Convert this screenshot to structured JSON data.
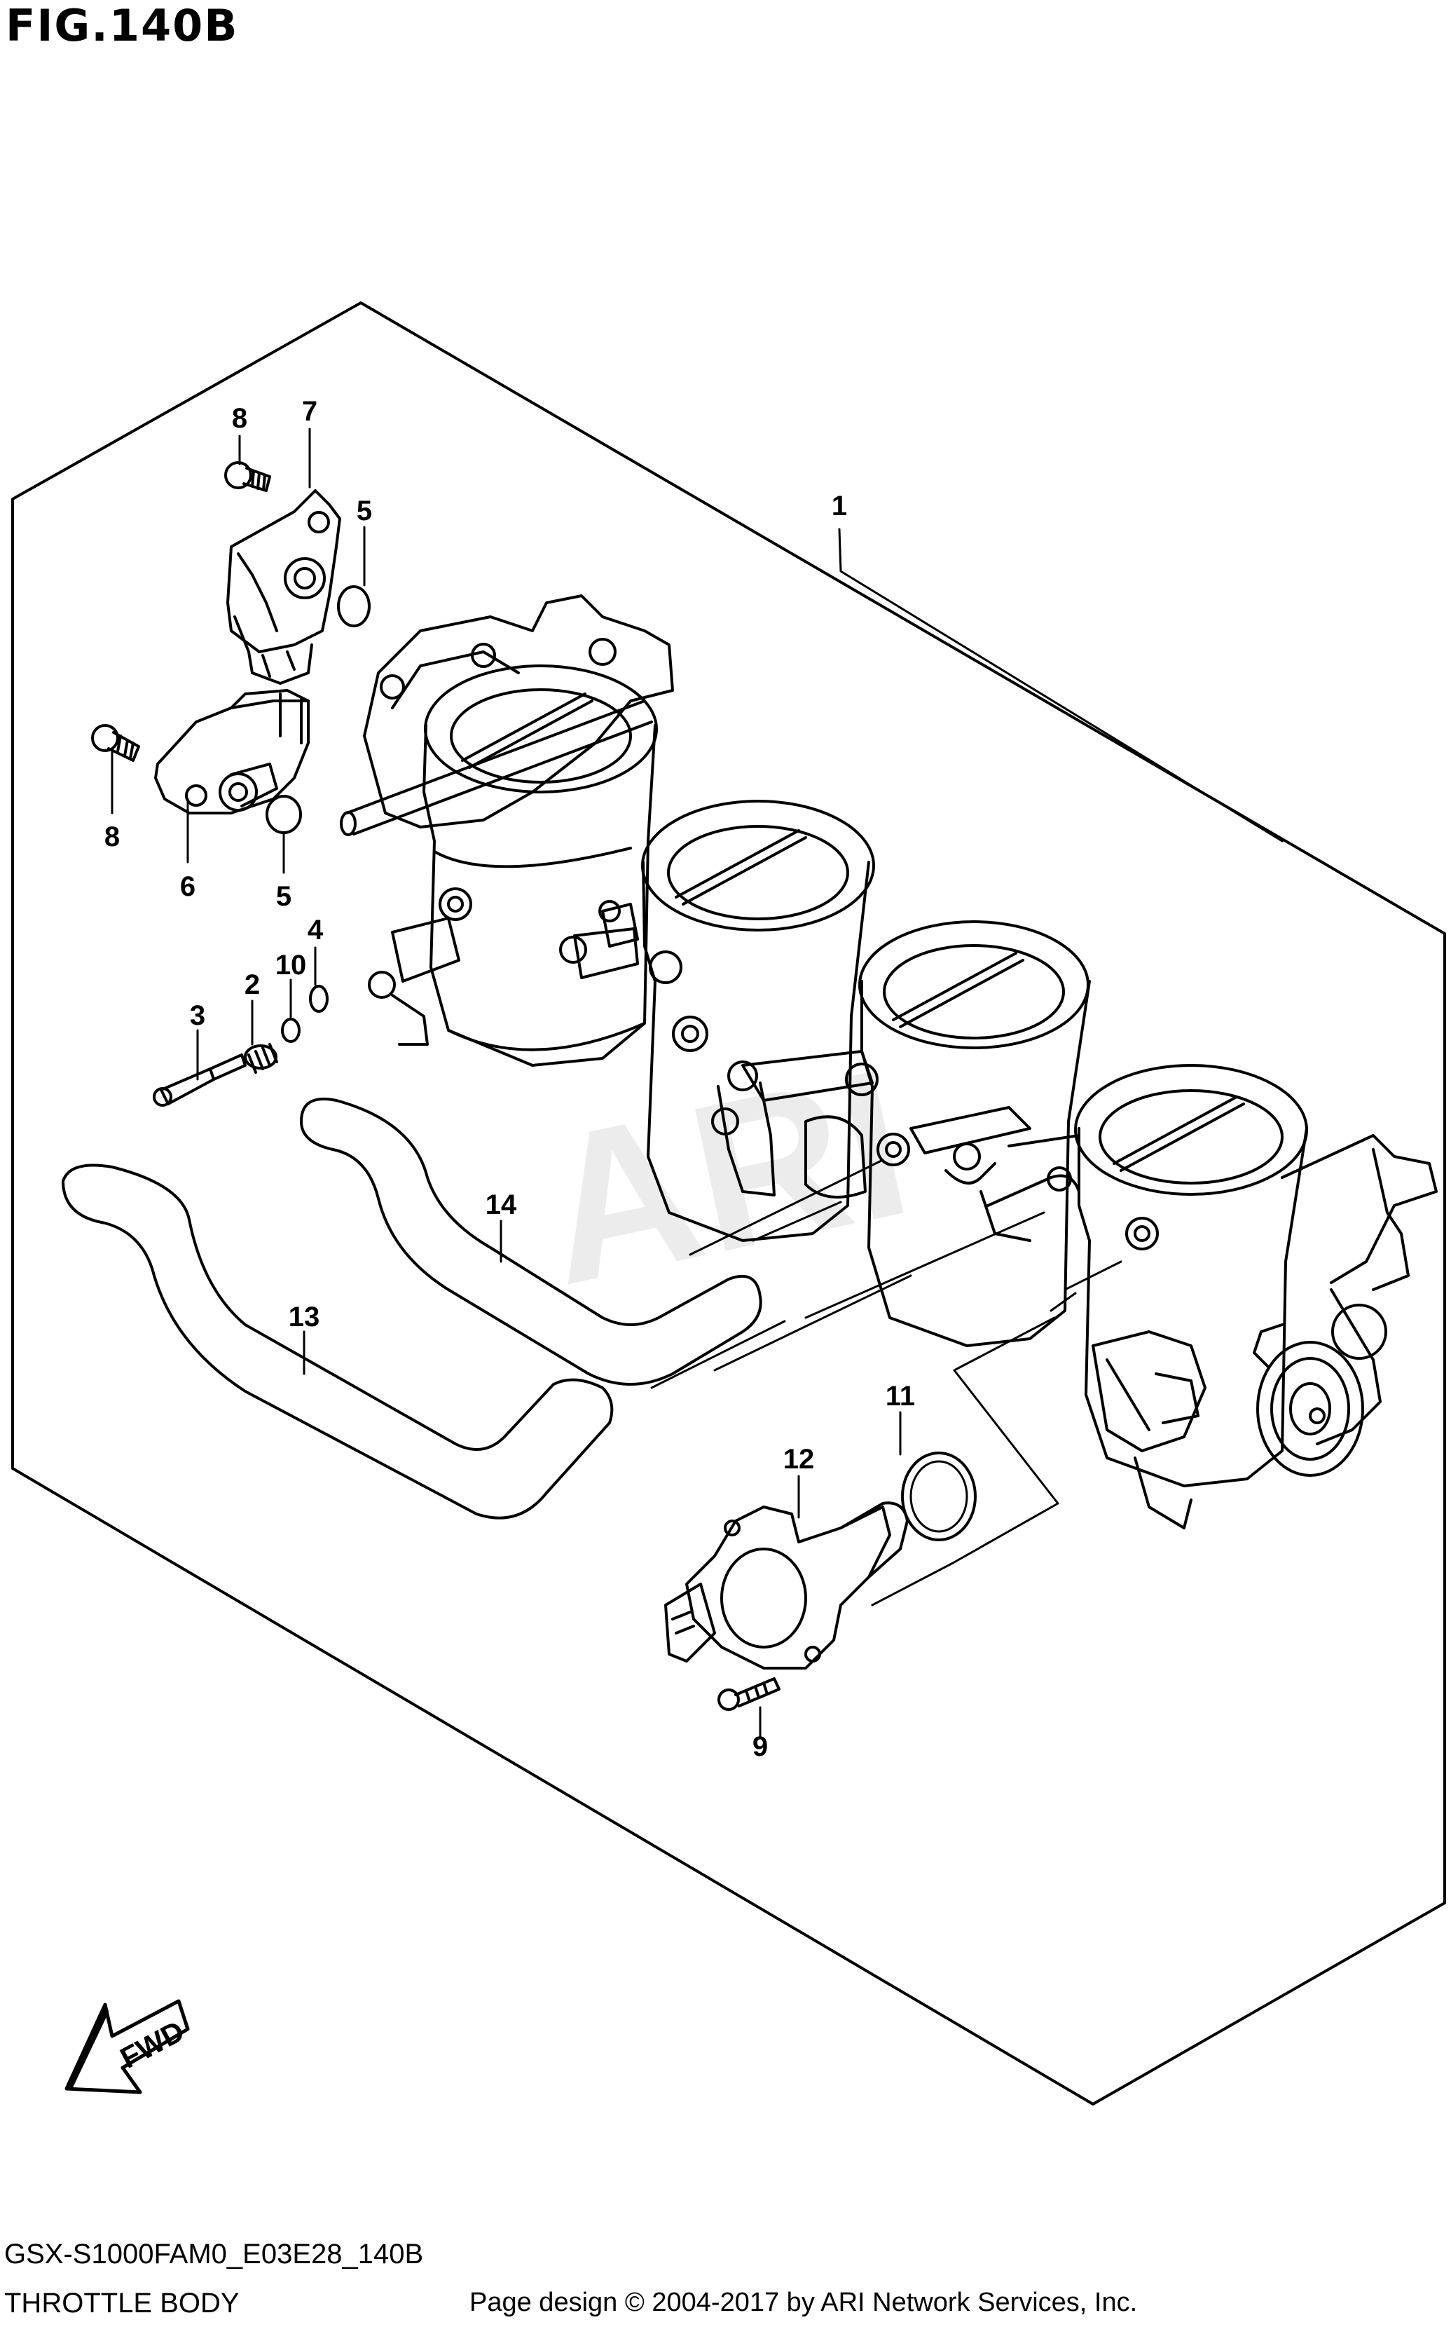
{
  "figure_title": "FIG.140B",
  "fwd_label": "FWD",
  "watermark": "ARI",
  "diagram_code": "GSX-S1000FAM0_E03E28_140B",
  "section_name": "THROTTLE BODY",
  "copyright": "Page design © 2004-2017 by ARI Network Services, Inc.",
  "callouts": {
    "c1": "1",
    "c2": "2",
    "c3": "3",
    "c4": "4",
    "c5a": "5",
    "c5b": "5",
    "c6": "6",
    "c7": "7",
    "c8a": "8",
    "c8b": "8",
    "c9": "9",
    "c10": "10",
    "c11": "11",
    "c12": "12",
    "c13": "13",
    "c14": "14"
  }
}
